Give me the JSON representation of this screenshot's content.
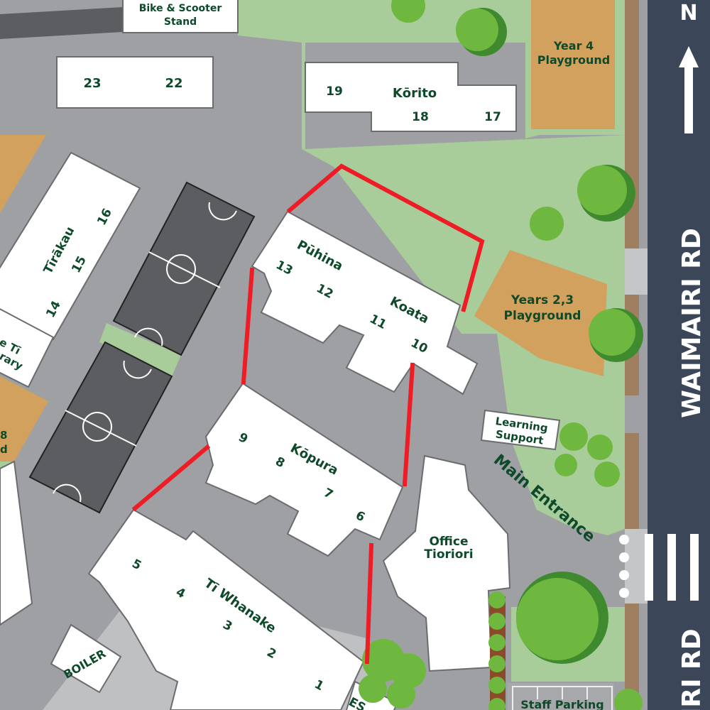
{
  "map": {
    "colors": {
      "asphalt": "#9ea0a3",
      "grass": "#a8cc9a",
      "playground": "#d2a15e",
      "road": "#3b4658",
      "court": "#5c5d60",
      "building": "#ffffff",
      "boundary": "#ee1c25",
      "label": "#0e4a2a",
      "tree": "#6fb83f"
    },
    "north": "N",
    "roads": {
      "main": "WAIMAIRI RD",
      "bottom": "IRI RD"
    },
    "areas": {
      "bike_stand": [
        "Bike & Scooter",
        "Stand"
      ],
      "year4": [
        "Year 4",
        "Playground"
      ],
      "years23": [
        "Years 2,3",
        "Playground"
      ],
      "learning_support": [
        "Learning",
        "Support"
      ],
      "main_entrance": "Main Entrance",
      "staff_parking": "Staff Parking",
      "boiler": "BOILER",
      "office": [
        "Office",
        "Tioriori"
      ],
      "library": [
        "e Tī",
        "rary"
      ],
      "left_playground": [
        "8",
        "d"
      ],
      "es": "ES"
    },
    "buildings": {
      "b2322": {
        "rooms": [
          "23",
          "22"
        ]
      },
      "korito": {
        "name": "Kōrito",
        "rooms": [
          "19",
          "18",
          "17"
        ]
      },
      "tirakau": {
        "name": "Tīrākau",
        "rooms": [
          "16",
          "15",
          "14"
        ]
      },
      "puhina": {
        "name": "Pūhina",
        "rooms": [
          "13",
          "12"
        ]
      },
      "koata": {
        "name": "Koata",
        "rooms": [
          "11",
          "10"
        ]
      },
      "kopura": {
        "name": "Kōpura",
        "rooms": [
          "9",
          "8",
          "7",
          "6"
        ]
      },
      "tiwhanake": {
        "name": "Tī Whanake",
        "rooms": [
          "5",
          "4",
          "3",
          "2",
          "1"
        ]
      }
    }
  }
}
